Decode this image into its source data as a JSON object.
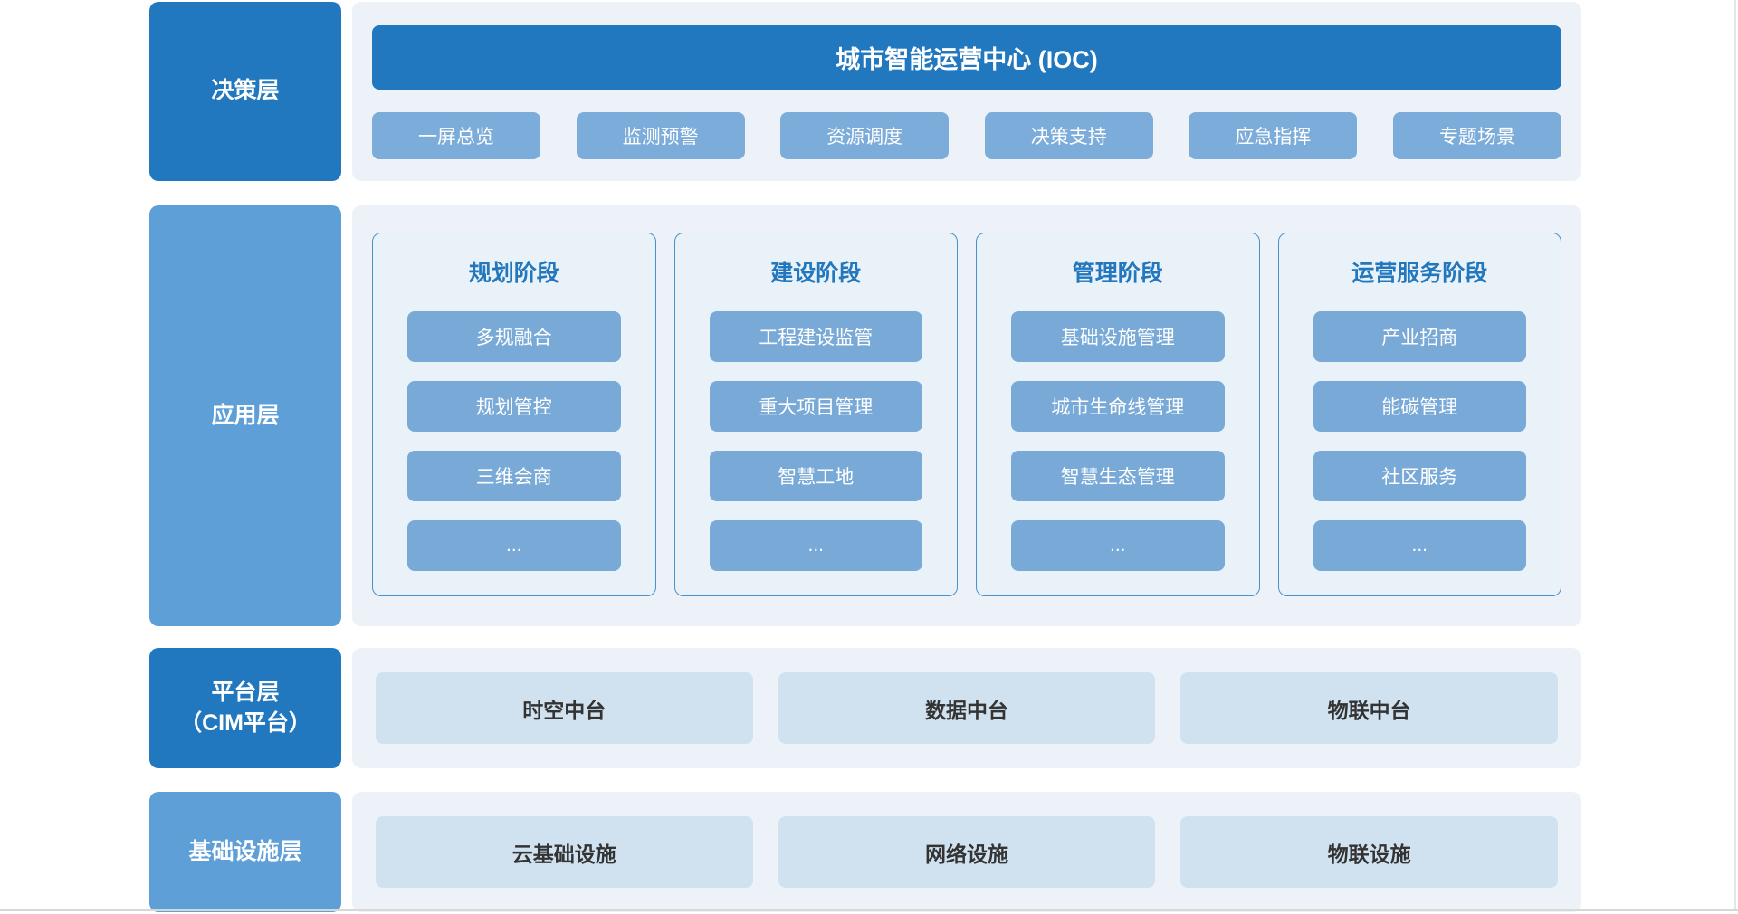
{
  "diagram": {
    "layers": [
      {
        "label": "决策层",
        "header": "城市智能运营中心 (IOC)",
        "buttons": [
          "一屏总览",
          "监测预警",
          "资源调度",
          "决策支持",
          "应急指挥",
          "专题场景"
        ]
      },
      {
        "label": "应用层",
        "columns": [
          {
            "title": "规划阶段",
            "items": [
              "多规融合",
              "规划管控",
              "三维会商",
              "..."
            ]
          },
          {
            "title": "建设阶段",
            "items": [
              "工程建设监管",
              "重大项目管理",
              "智慧工地",
              "..."
            ]
          },
          {
            "title": "管理阶段",
            "items": [
              "基础设施管理",
              "城市生命线管理",
              "智慧生态管理",
              "..."
            ]
          },
          {
            "title": "运营服务阶段",
            "items": [
              "产业招商",
              "能碳管理",
              "社区服务",
              "..."
            ]
          }
        ]
      },
      {
        "label": "平台层",
        "label2": "（CIM平台）",
        "boxes": [
          "时空中台",
          "数据中台",
          "物联中台"
        ]
      },
      {
        "label": "基础设施层",
        "boxes": [
          "云基础设施",
          "网络设施",
          "物联设施"
        ]
      }
    ],
    "colors": {
      "dark_blue": "#2278BE",
      "medium_blue": "#5F9FD8",
      "chip_blue": "#7CACD9",
      "item_blue": "#79AAD7",
      "panel_bg": "#EDF2F9",
      "card_bg": "#E9F1F9",
      "card_border": "#4A90CA",
      "light_box_bg": "#D0E2F0",
      "title_blue": "#2277BD"
    }
  }
}
